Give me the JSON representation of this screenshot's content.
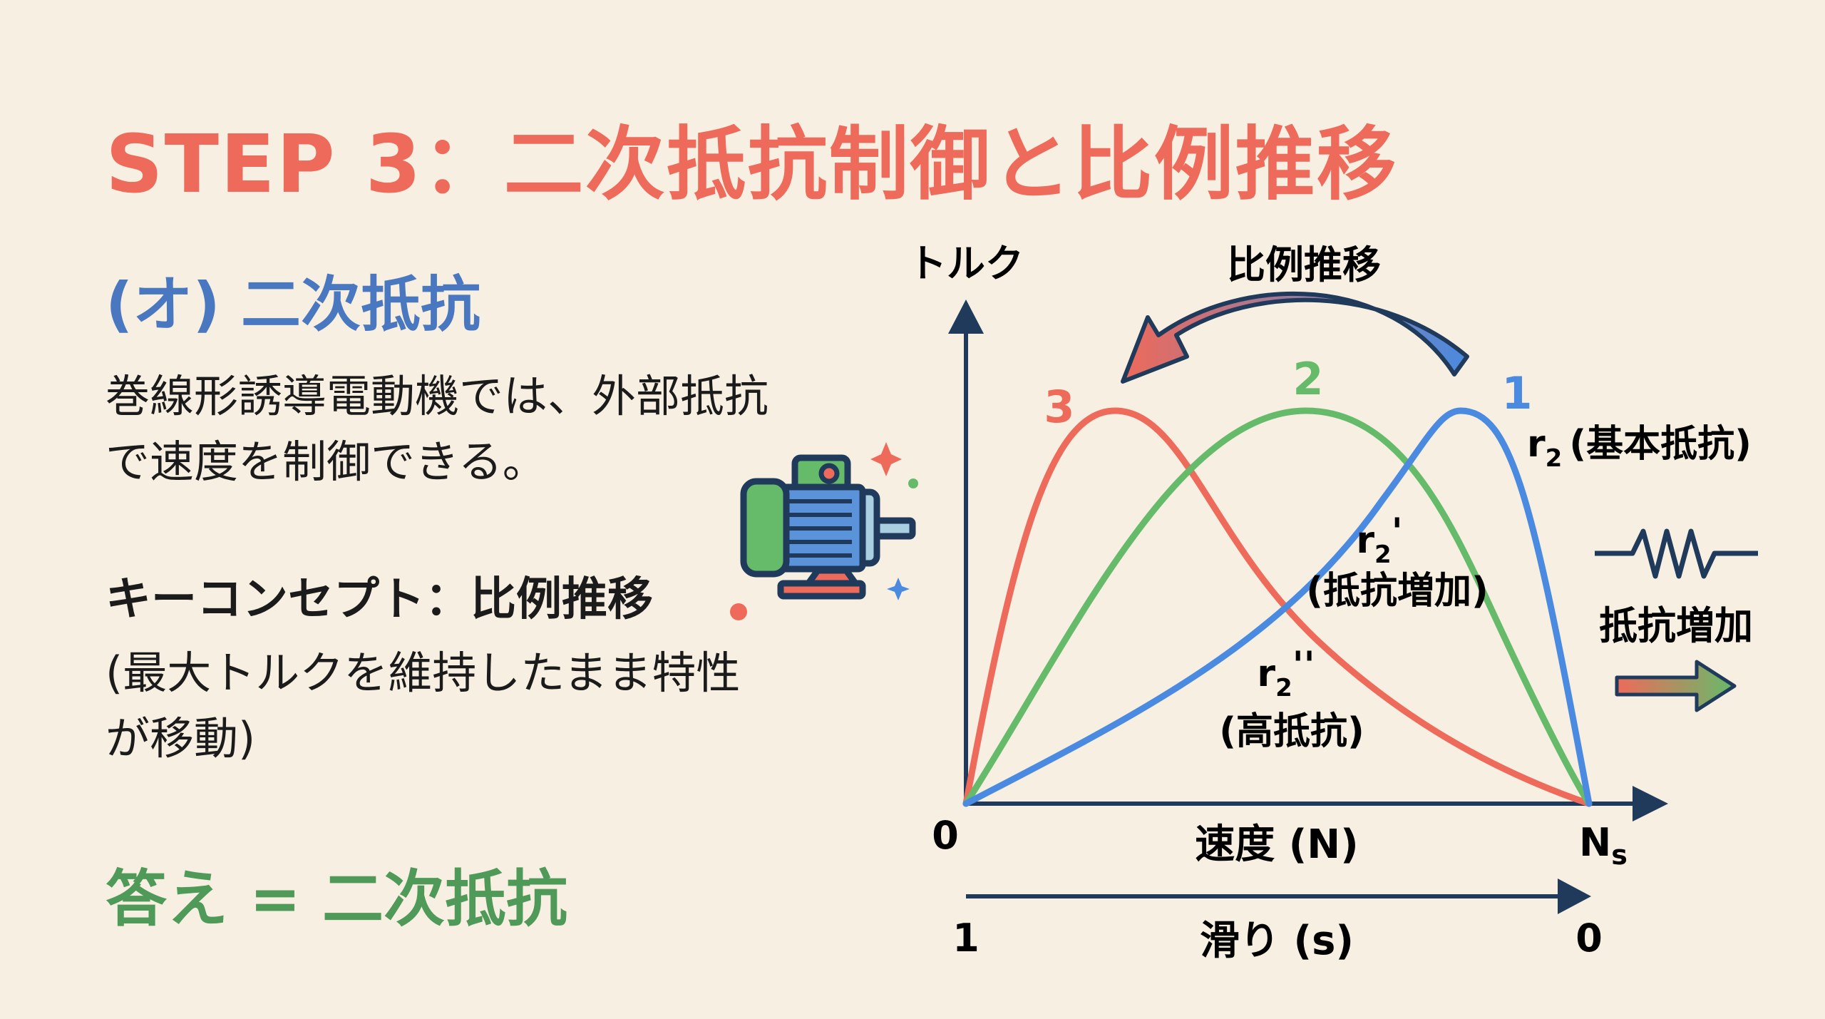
{
  "title": "STEP 3：二次抵抗制御と比例推移",
  "subtitle": "(オ) 二次抵抗",
  "description": [
    "巻線形誘導電動機では、外部抵抗",
    "で速度を制御できる。"
  ],
  "key_concept": {
    "title": "キーコンセプト：比例推移",
    "description": [
      "(最大トルクを維持したまま特性",
      "が移動)"
    ]
  },
  "answer": "答え = 二次抵抗",
  "icons": [
    "motor-icon",
    "sparkle-icon",
    "resistor-icon",
    "arrow-right-icon",
    "curved-arrow-left-icon"
  ],
  "colors": {
    "red": "#ee6a5a",
    "green": "#66bb6a",
    "blue": "#4a8ae0",
    "navy": "#1f3a5a",
    "background": "#f7efe1"
  },
  "diagram": {
    "y_axis_label": "トルク",
    "shift_label": "比例推移",
    "curve_numbers": {
      "c3": "3",
      "c2": "2",
      "c1": "1"
    },
    "r2_label": "r",
    "r2_sub": "2",
    "r2_desc": "(基本抵抗)",
    "r2p_label": "r",
    "r2p_sub": "2",
    "r2p_prime": "'",
    "r2p_desc": "(抵抗増加)",
    "r2pp_label": "r",
    "r2pp_sub": "2",
    "r2pp_prime": "''",
    "r2pp_desc": "(高抵抗)",
    "resistance_increase": "抵抗増加",
    "x_origin": "0",
    "x_axis_label": "速度 (N)",
    "x_end": "N",
    "x_end_sub": "s",
    "slip_start": "1",
    "slip_label": "滑り (s)",
    "slip_end": "0"
  }
}
